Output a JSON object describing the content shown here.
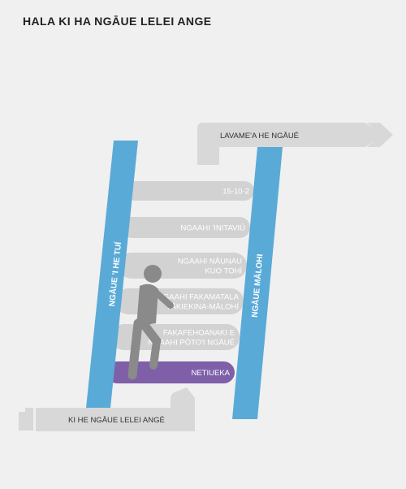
{
  "title": "HALA KI HA NGĀUE LELEI ANGE",
  "top_arrow_label": "LAVAME'A HE NGĀUÉ",
  "bottom_arrow_label": "KI HE NGĀUE LELEI ANGÉ",
  "left_rail_label": "NGĀUE 'I HE TUÍ",
  "right_rail_label": "NGĀUE MĀLOHI",
  "rungs": [
    {
      "lines": [
        "15-10-2"
      ],
      "highlight": false
    },
    {
      "lines": [
        "NGAAHI 'INITAVIÚ"
      ],
      "highlight": false
    },
    {
      "lines": [
        "NGAAHI NĀUNAU",
        "KUO TOHÍ"
      ],
      "highlight": false
    },
    {
      "lines": [
        "NGAAHI FAKAMATALA",
        "TĀKIEKINA-MĀLOHÍ"
      ],
      "highlight": false
    },
    {
      "lines": [
        "FAKAFEHOANAKI E",
        "NGAAHI PŌTO'I NGĀUÉ"
      ],
      "highlight": false
    },
    {
      "lines": [
        "NETIUEKA"
      ],
      "highlight": true
    }
  ],
  "colors": {
    "background": "#f0f0f0",
    "rail": "#5aaad8",
    "rung": "#d2d2d2",
    "rung_highlight": "#7e5fa8",
    "figure": "#8a8a8a",
    "arrow": "#d8d8d8",
    "arrow_text": "#333333",
    "rung_text": "#ffffff",
    "title_text": "#222222"
  },
  "icons": {
    "figure": "person-climbing-icon",
    "arrow_chevron": "double-chevron-right-icon"
  }
}
